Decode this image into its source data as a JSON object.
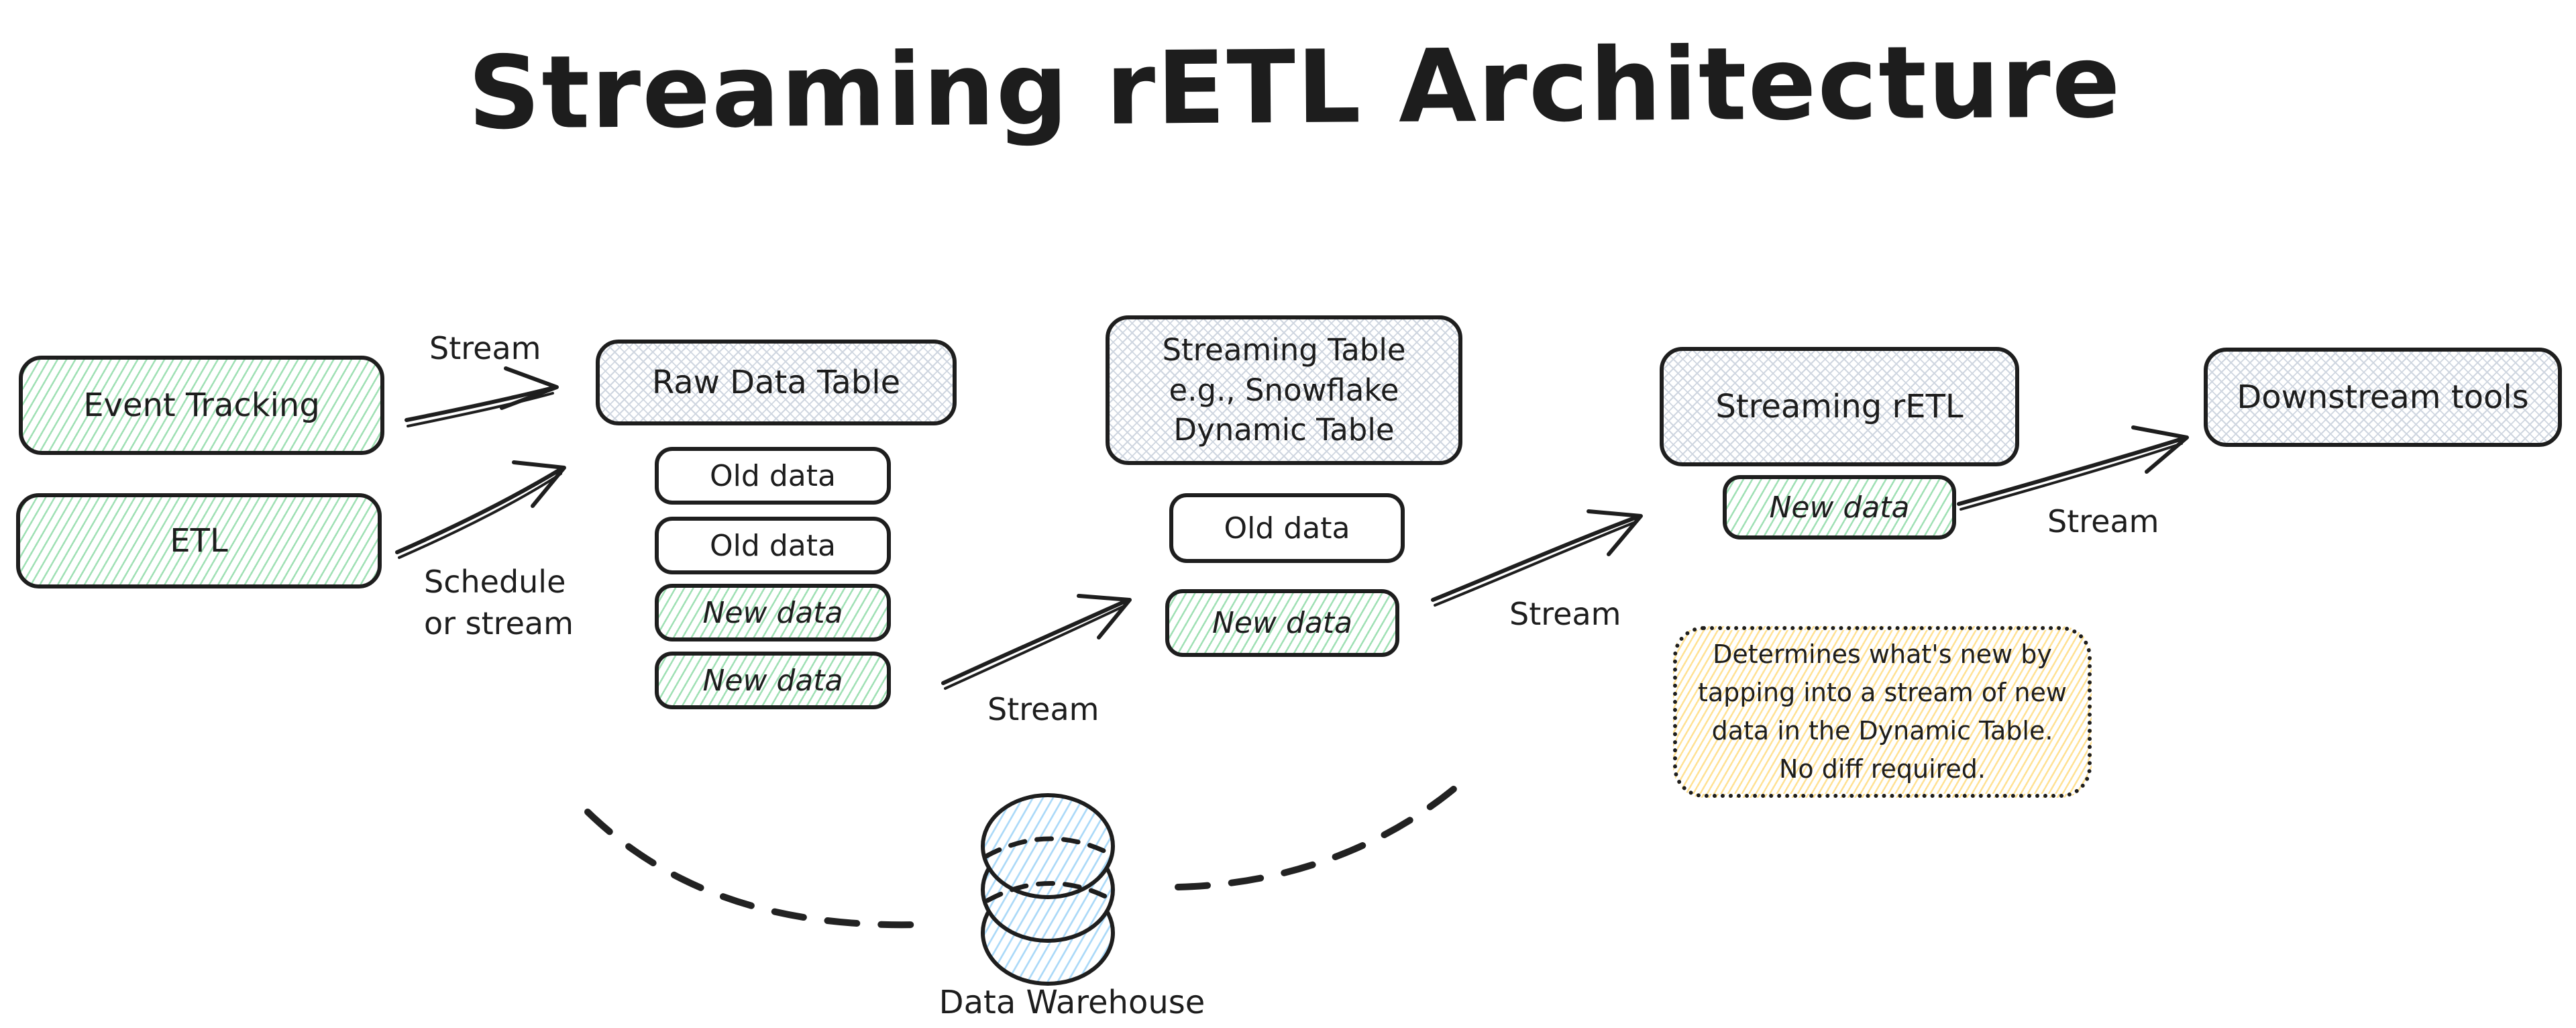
{
  "title": "Streaming rETL Architecture",
  "colors": {
    "ink": "#1e1e1e",
    "green_hatch": "#9fe0b4",
    "gray_hatch": "#cfd6e0",
    "yellow_hatch": "#ffe193",
    "blue_hatch": "#a8d8f8",
    "background": "#ffffff"
  },
  "nodes": {
    "event_tracking": {
      "label": "Event Tracking"
    },
    "etl": {
      "label": "ETL"
    },
    "raw_data_table": {
      "label": "Raw Data Table",
      "rows": [
        "Old data",
        "Old data",
        "New data",
        "New data"
      ]
    },
    "streaming_table": {
      "label_lines": [
        "Streaming Table",
        "e.g., Snowflake",
        "Dynamic Table"
      ],
      "rows": [
        "Old data",
        "New data"
      ]
    },
    "streaming_retl": {
      "label": "Streaming rETL",
      "rows": [
        "New data"
      ]
    },
    "downstream_tools": {
      "label": "Downstream tools"
    },
    "data_warehouse": {
      "label": "Data Warehouse"
    }
  },
  "edge_labels": {
    "event_to_raw": "Stream",
    "etl_to_raw_lines": [
      "Schedule",
      "or stream"
    ],
    "raw_to_streaming": "Stream",
    "streaming_to_retl": "Stream",
    "retl_to_downstream": "Stream"
  },
  "note": {
    "lines": [
      "Determines what's new by",
      "tapping into a stream of new",
      "data in the Dynamic Table.",
      "No diff required."
    ]
  }
}
